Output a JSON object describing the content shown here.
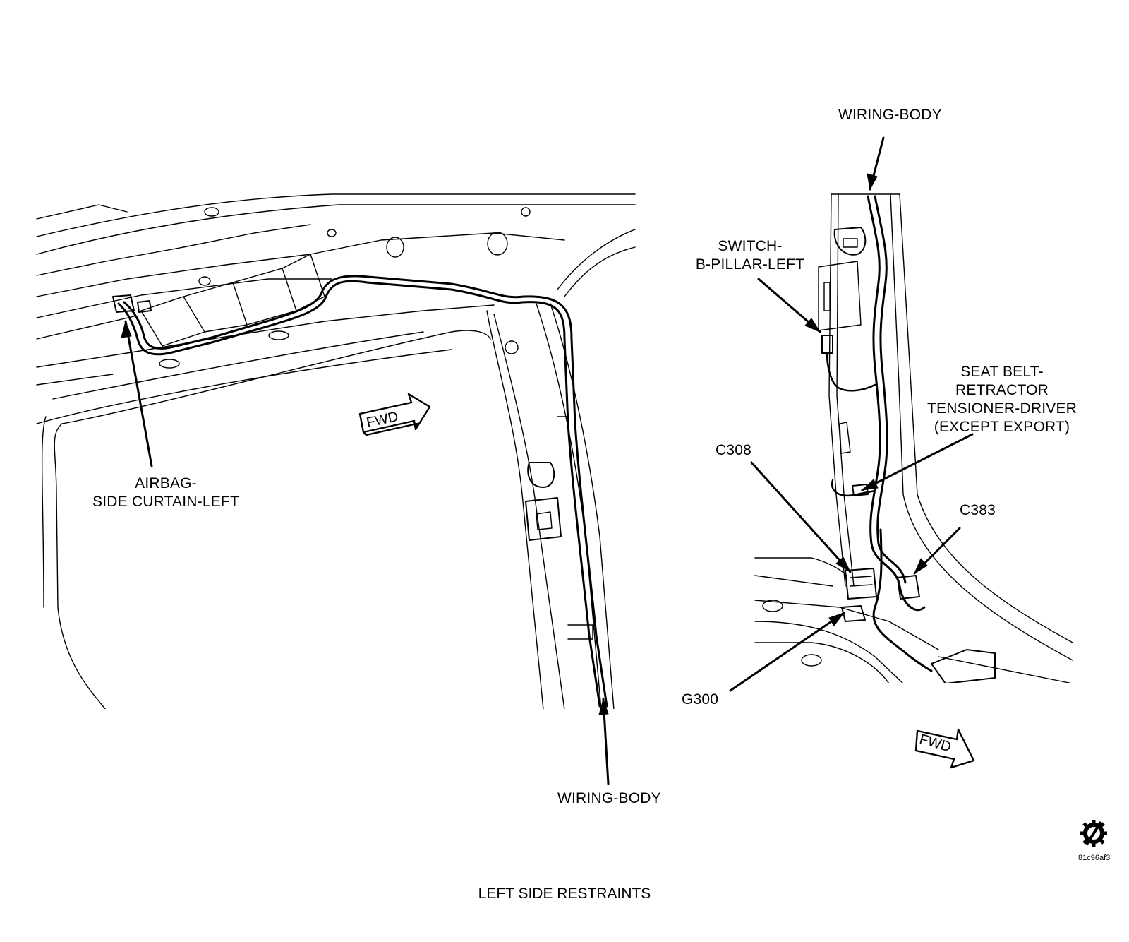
{
  "labels": {
    "wiring_body_top": "WIRING-BODY",
    "switch_b_pillar": [
      "SWITCH-",
      "B-PILLAR-LEFT"
    ],
    "seat_belt": [
      "SEAT BELT-",
      "RETRACTOR",
      "TENSIONER-DRIVER",
      "(EXCEPT EXPORT)"
    ],
    "c308": "C308",
    "c383": "C383",
    "g300": "G300",
    "airbag": [
      "AIRBAG-",
      "SIDE CURTAIN-LEFT"
    ],
    "wiring_body_bottom": "WIRING-BODY",
    "fwd": "FWD"
  },
  "caption": "LEFT SIDE RESTRAINTS",
  "image_id": "81c96af3",
  "icons": {
    "service_mark": "gear-slash-icon",
    "forward_arrow": "fwd-arrow-icon"
  },
  "colors": {
    "ink": "#000000",
    "background": "#ffffff"
  }
}
